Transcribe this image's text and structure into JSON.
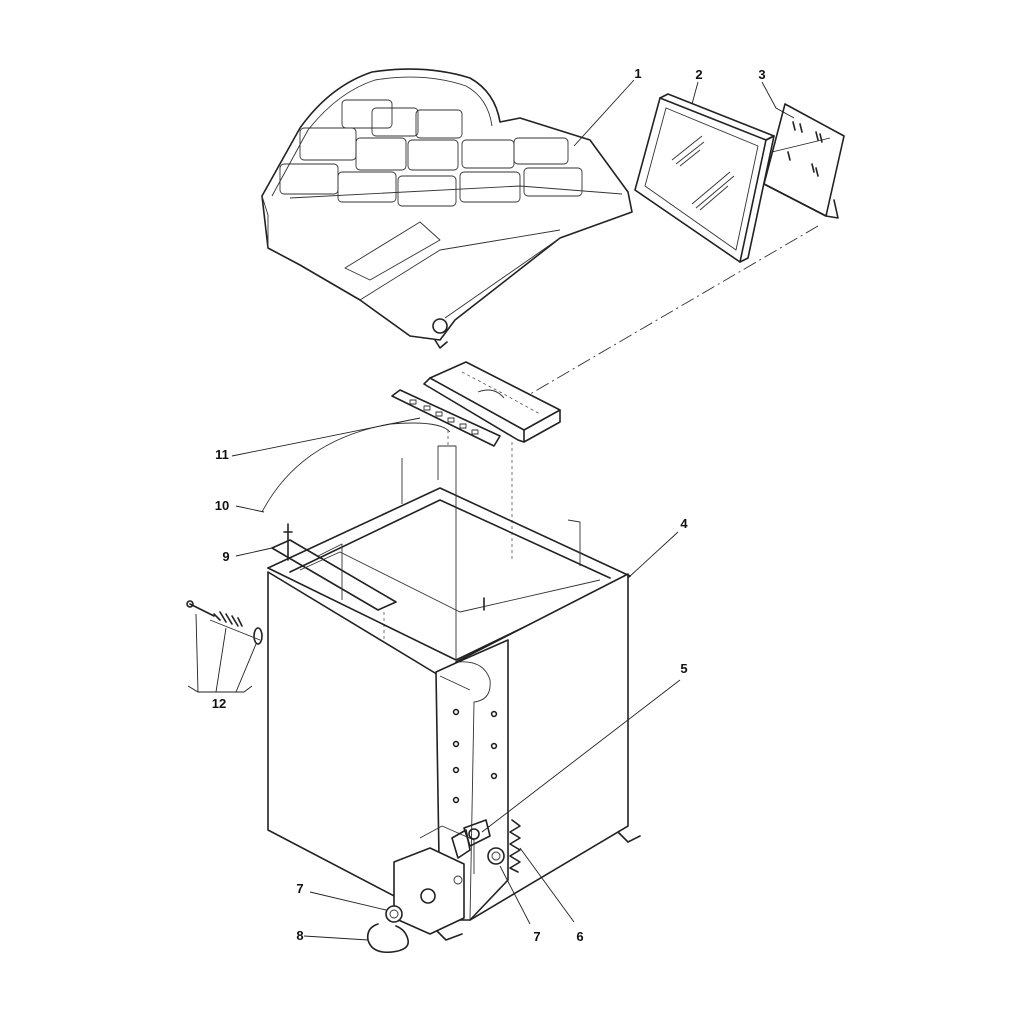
{
  "callouts": [
    {
      "id": "1",
      "text": "1"
    },
    {
      "id": "2",
      "text": "2"
    },
    {
      "id": "3",
      "text": "3"
    },
    {
      "id": "4",
      "text": "4"
    },
    {
      "id": "5",
      "text": "5"
    },
    {
      "id": "6",
      "text": "6"
    },
    {
      "id": "7a",
      "text": "7"
    },
    {
      "id": "7b",
      "text": "7"
    },
    {
      "id": "8",
      "text": "8"
    },
    {
      "id": "9",
      "text": "9"
    },
    {
      "id": "10",
      "text": "10"
    },
    {
      "id": "11",
      "text": "11"
    },
    {
      "id": "12",
      "text": "12"
    }
  ]
}
